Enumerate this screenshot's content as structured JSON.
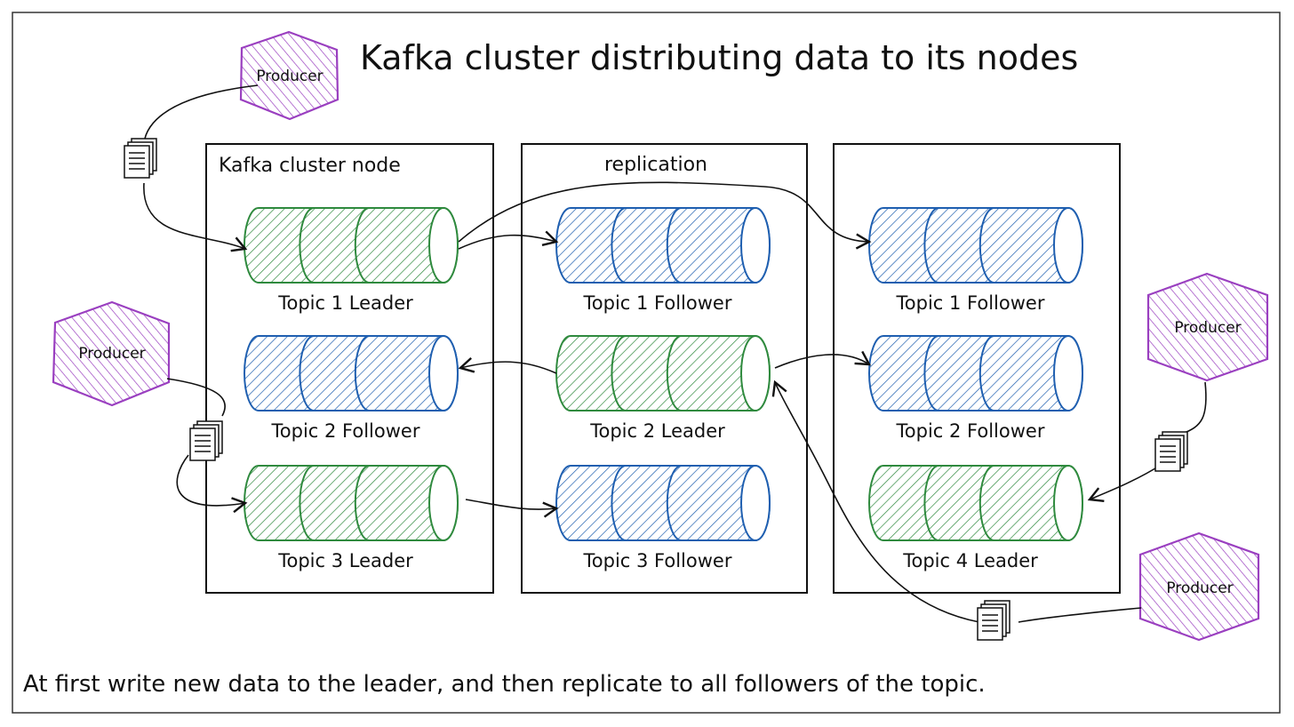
{
  "title": "Kafka cluster distributing data to its nodes",
  "caption": "At first write new data to the leader, and then replicate to all followers of the topic.",
  "colors": {
    "leader": "#2f8a3e",
    "leader_fill": "#bfe3c0",
    "follower": "#1f5fb0",
    "follower_fill": "#b3cdee",
    "producer": "#9a3fc0",
    "producer_fill": "#dcb6ee",
    "ink": "#111111"
  },
  "nodes": [
    {
      "label": "Kafka cluster node",
      "topics": [
        {
          "label": "Topic 1 Leader",
          "role": "leader"
        },
        {
          "label": "Topic 2 Follower",
          "role": "follower"
        },
        {
          "label": "Topic 3 Leader",
          "role": "leader"
        }
      ]
    },
    {
      "label": "replication",
      "topics": [
        {
          "label": "Topic 1 Follower",
          "role": "follower"
        },
        {
          "label": "Topic 2 Leader",
          "role": "leader"
        },
        {
          "label": "Topic 3 Follower",
          "role": "follower"
        }
      ]
    },
    {
      "label": "",
      "topics": [
        {
          "label": "Topic 1 Follower",
          "role": "follower"
        },
        {
          "label": "Topic 2 Follower",
          "role": "follower"
        },
        {
          "label": "Topic 4 Leader",
          "role": "leader"
        }
      ]
    }
  ],
  "producers": [
    {
      "label": "Producer"
    },
    {
      "label": "Producer"
    },
    {
      "label": "Producer"
    },
    {
      "label": "Producer"
    }
  ],
  "icons": {
    "message": "document-stack-icon",
    "producer": "hexagon-icon"
  }
}
